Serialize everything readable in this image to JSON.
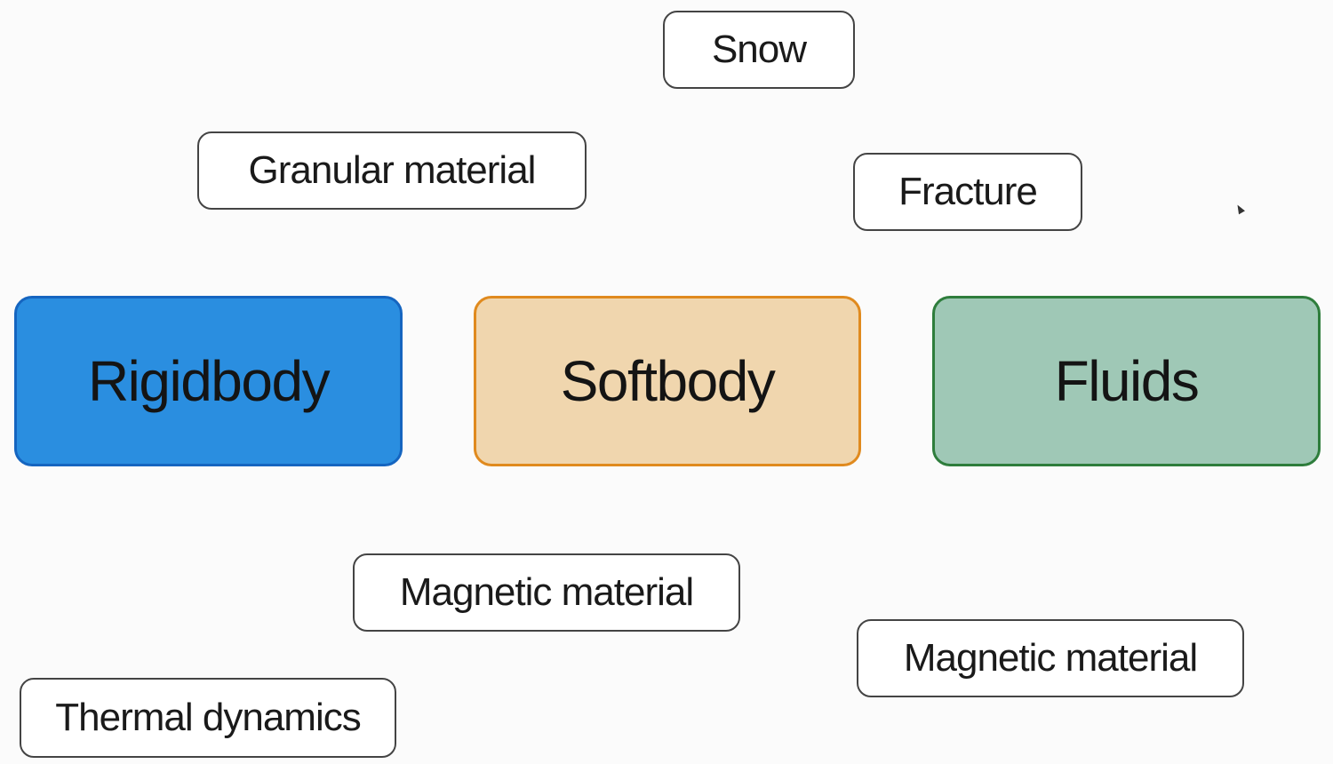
{
  "categories": {
    "rigidbody": {
      "label": "Rigidbody",
      "fill": "#2a8ee0",
      "border": "#1565c0"
    },
    "softbody": {
      "label": "Softbody",
      "fill": "#f0d6ae",
      "border": "#e08a1e"
    },
    "fluids": {
      "label": "Fluids",
      "fill": "#9fc8b6",
      "border": "#2e7d3c"
    }
  },
  "tags": {
    "snow": "Snow",
    "granular": "Granular material",
    "fracture": "Fracture",
    "magnetic_1": "Magnetic material",
    "magnetic_2": "Magnetic material",
    "thermal": "Thermal dynamics"
  }
}
